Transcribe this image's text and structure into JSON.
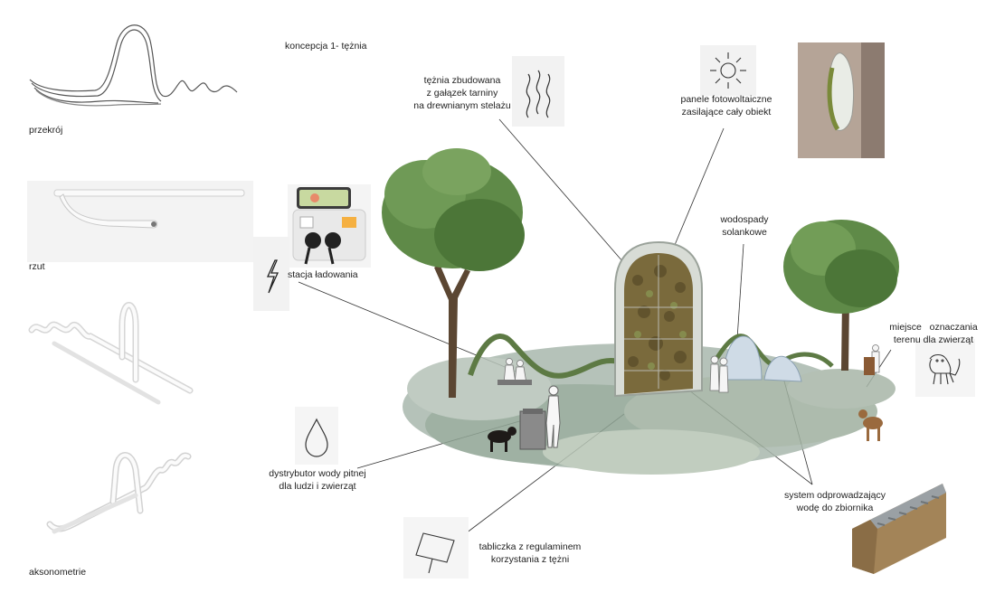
{
  "title": "koncepcja 1- tężnia",
  "views": {
    "section": "przekrój",
    "plan": "rzut",
    "axonometry": "aksonometrie"
  },
  "annotations": {
    "graduation_tower": [
      "tężnia zbudowana",
      "z gałązek tarniny",
      "na drewnianym stelażu"
    ],
    "solar_panels": [
      "panele fotowoltaiczne",
      "zasilające cały obiekt"
    ],
    "charging_station": [
      "stacja ładowania"
    ],
    "brine_waterfalls": [
      "wodospady",
      "solankowe"
    ],
    "animal_marking": [
      "miejsce   oznaczania",
      "terenu dla zwierząt"
    ],
    "water_dispenser": [
      "dystrybutor wody pitnej",
      "dla ludzi i zwierząt"
    ],
    "drainage": [
      "system odprowadzający",
      "wodę do zbiornika"
    ],
    "rules_sign": [
      "tabliczka z regulaminem",
      "korzystania z tężni"
    ]
  },
  "icons": {
    "waves": "waves-icon",
    "sun": "sun-icon",
    "lightning": "lightning-icon",
    "drop": "water-drop-icon",
    "dog": "dog-icon",
    "sign": "signboard-icon"
  },
  "colors": {
    "structure_white": "#f4f4f4",
    "structure_shadow": "#c9c9c9",
    "grass": "#8fa494",
    "tree_green": "#4f7a3a",
    "tower_brown": "#7a6a3c",
    "leader_line": "#333333"
  }
}
